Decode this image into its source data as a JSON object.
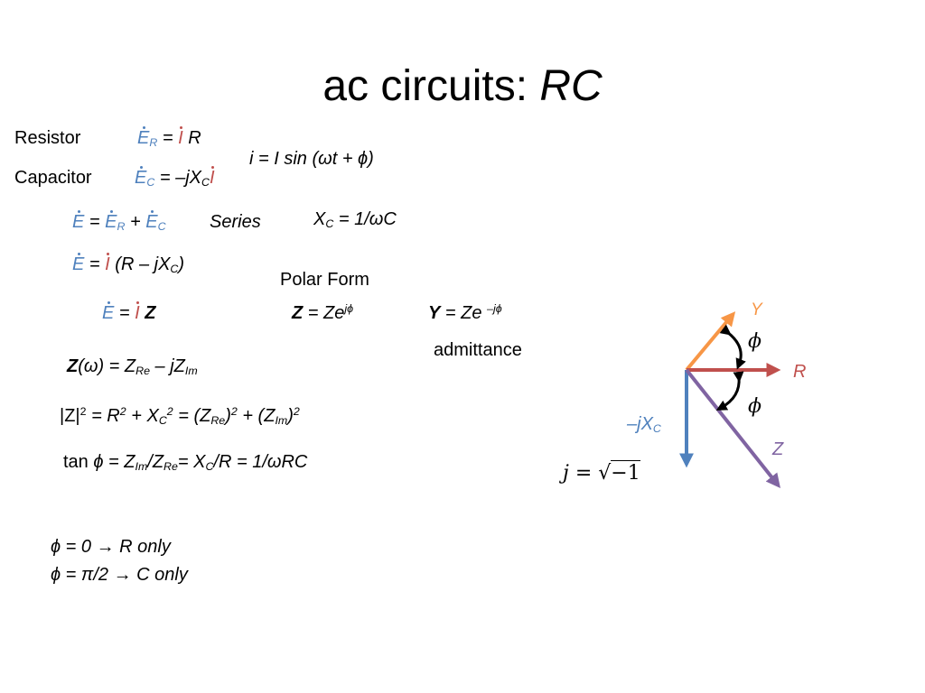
{
  "title": {
    "main": "ac circuits: ",
    "italic": "RC"
  },
  "labels": {
    "resistor": "Resistor",
    "capacitor": "Capacitor",
    "series": "Series",
    "polar_form": "Polar Form",
    "admittance": "admittance",
    "r_only": "R only",
    "c_only": "C only"
  },
  "symbols": {
    "E": "E",
    "I": "I",
    "R": "R",
    "C": "C",
    "X": "X",
    "Z": "Z",
    "Y": "Y",
    "j": "j",
    "jX": "jX",
    "sub_R": "R",
    "sub_C": "C",
    "sub_Re": "Re",
    "sub_Im": "Im",
    "eq": "=",
    "plus": "+",
    "minus_jX": "–jX",
    "sup2": "2",
    "sup_jphi": "jϕ",
    "sup_neg_jphi": "–jϕ",
    "phi": "ϕ",
    "omega": "ω",
    "pi": "π",
    "arrow": "→"
  },
  "equations": {
    "current": "i = I sin (ωt + ϕ)",
    "xc_lhs": "X",
    "xc_rhs": " = 1/ωC",
    "e_series_paren": "(R – jX",
    "e_series_close": ")",
    "z_omega_lhs": "(ω) = Z",
    "z_omega_mid": " – jZ",
    "mag_lhs": "|Z|",
    "mag_mid1": " = R",
    "mag_mid2": " + X",
    "mag_mid3": " = (Z",
    "mag_mid4": ")",
    "mag_mid5": " + (Z",
    "mag_mid6": ")",
    "tan_lhs": "tan ",
    "tan_a": " = Z",
    "tan_b": "/Z",
    "tan_c": "= X",
    "tan_d": "/R = 1/ωRC",
    "phi_zero": " = 0 ",
    "phi_half_a": " = ",
    "phi_half_b": "/2 ",
    "z_polar_mid": " = Ze",
    "y_polar_mid": " = Ze ",
    "j_lhs": "j",
    "j_eq": " = ",
    "j_rad": "−1"
  },
  "phasor": {
    "labels": {
      "y": "Y",
      "r": "R",
      "z": "Z",
      "neg_jxc": "–jX",
      "neg_jxc_sub": "C",
      "phi_top": "ϕ",
      "phi_bottom": "ϕ"
    },
    "colors": {
      "y": "#f79646",
      "r": "#c0504d",
      "z": "#8064a2",
      "xc": "#4f81bd",
      "arc": "#000000"
    },
    "angle_deg": 45
  },
  "colors": {
    "blue": "#4f81bd",
    "red": "#c0504d",
    "orange": "#f79646",
    "purple": "#8064a2"
  }
}
